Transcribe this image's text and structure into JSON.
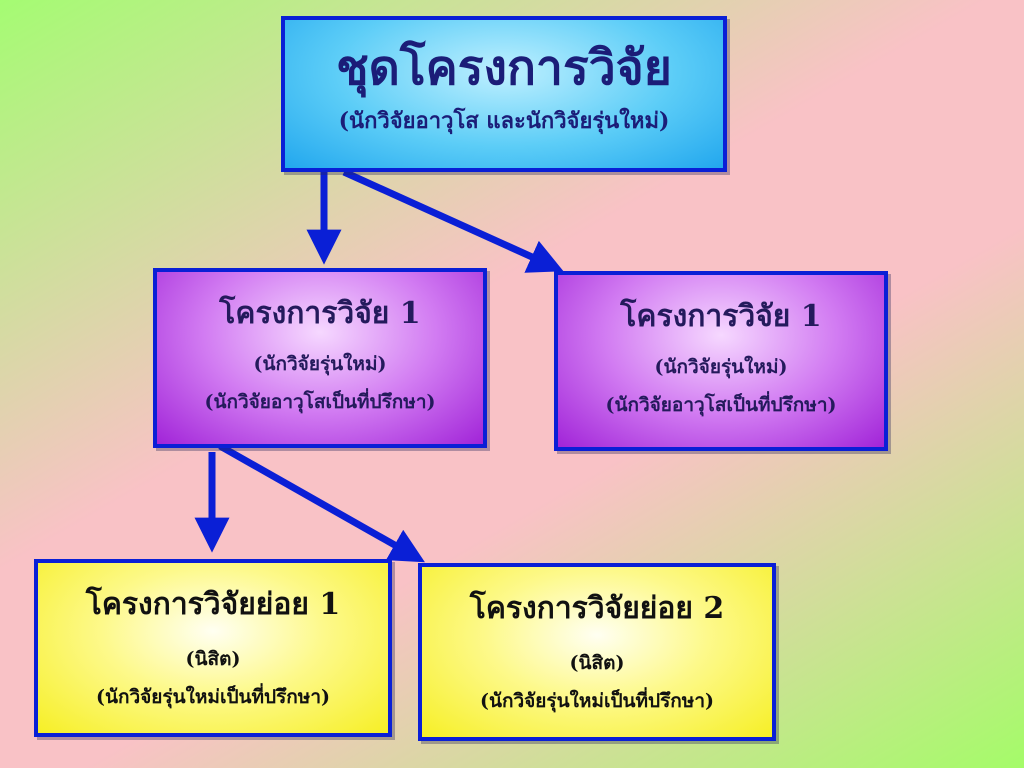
{
  "colors": {
    "border": "#0a1fd6",
    "arrow": "#0a1fd6",
    "top_box": "#5ccdf7",
    "middle_box": "#d27cf2",
    "bottom_box": "#fdf98a",
    "background_pink": "#f9c2c6",
    "background_green": "#a0ff6e"
  },
  "nodes": {
    "root": {
      "title": "ชุดโครงการวิจัย",
      "subtitle": "(นักวิจัยอาวุโส และนักวิจัยรุ่นใหม่)"
    },
    "project_left": {
      "title": "โครงการวิจัย 1",
      "line1": "(นักวิจัยรุ่นใหม่)",
      "line2": "(นักวิจัยอาวุโสเป็นที่ปรึกษา)"
    },
    "project_right": {
      "title": "โครงการวิจัย 1",
      "line1": "(นักวิจัยรุ่นใหม่)",
      "line2": "(นักวิจัยอาวุโสเป็นที่ปรึกษา)"
    },
    "subproject_1": {
      "title": "โครงการวิจัยย่อย 1",
      "line1": "(นิสิต)",
      "line2": "(นักวิจัยรุ่นใหม่เป็นที่ปรึกษา)"
    },
    "subproject_2": {
      "title": "โครงการวิจัยย่อย 2",
      "line1": "(นิสิต)",
      "line2": "(นักวิจัยรุ่นใหม่เป็นที่ปรึกษา)"
    }
  },
  "edges": [
    {
      "from": "root",
      "to": "project_left"
    },
    {
      "from": "root",
      "to": "project_right"
    },
    {
      "from": "project_left",
      "to": "subproject_1"
    },
    {
      "from": "project_left",
      "to": "subproject_2"
    }
  ]
}
